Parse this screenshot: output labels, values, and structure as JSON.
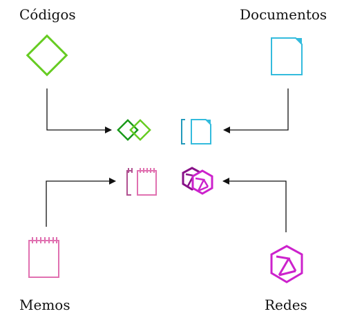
{
  "labels": {
    "codigos": "Códigos",
    "documentos": "Documentos",
    "memos": "Memos",
    "redes": "Redes"
  },
  "icons": {
    "codigos": "diamond-icon",
    "documentos": "document-icon",
    "memos": "notepad-icon",
    "redes": "network-hexagon-icon"
  },
  "colors": {
    "codigos": "#66cc22",
    "codigos_dark": "#1a9a1a",
    "documentos": "#33bbdd",
    "documentos_dark": "#2299bb",
    "memos": "#e070b0",
    "memos_dark": "#b05090",
    "redes": "#cc22cc",
    "redes_dark": "#881188",
    "arrow": "#111111"
  }
}
